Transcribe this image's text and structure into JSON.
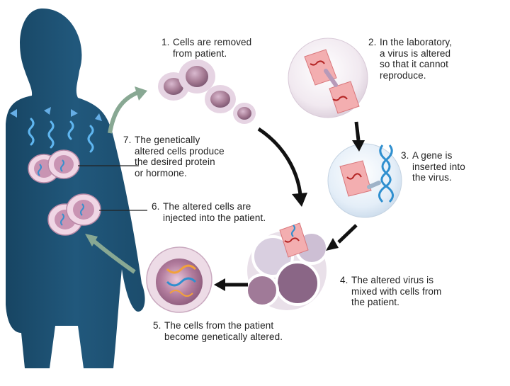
{
  "colors": {
    "body": "#1f4f70",
    "body_light": "#2d6a8e",
    "cell_fill": "#9a6a86",
    "cell_outer": "#e6dbe6",
    "vector": "#f2a6a6",
    "dna": "#2f8fcf",
    "arrow_dark": "#111111",
    "arrow_light": "#7d9a86",
    "text": "#222222"
  },
  "steps": [
    {
      "number": "1.",
      "lines": [
        "Cells are removed",
        "from patient."
      ]
    },
    {
      "number": "2.",
      "lines": [
        "In the laboratory,",
        "a virus is altered",
        "so that it cannot",
        "reproduce."
      ]
    },
    {
      "number": "3.",
      "lines": [
        "A gene is",
        "inserted into",
        "the virus."
      ]
    },
    {
      "number": "4.",
      "lines": [
        "The altered virus is",
        "mixed with cells from",
        "the patient."
      ]
    },
    {
      "number": "5.",
      "lines": [
        "The cells from the patient",
        "become genetically altered."
      ]
    },
    {
      "number": "6.",
      "lines": [
        "The altered cells are",
        "injected into the patient."
      ]
    },
    {
      "number": "7.",
      "lines": [
        "The genetically",
        "altered cells produce",
        "the desired protein",
        "or hormone."
      ]
    }
  ]
}
